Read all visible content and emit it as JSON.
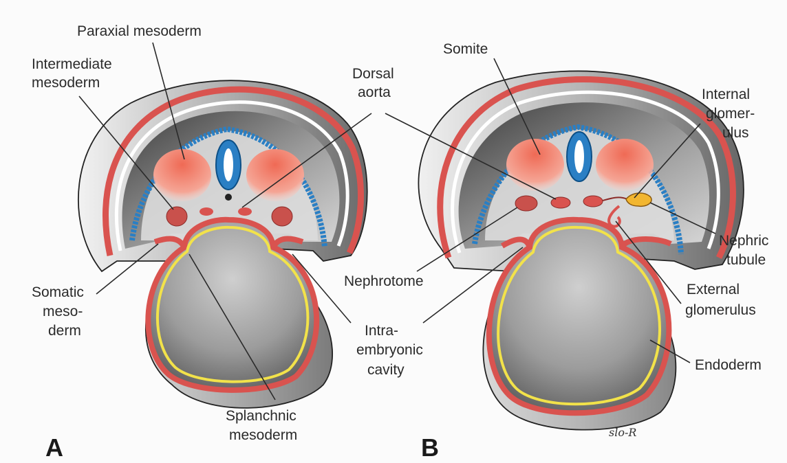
{
  "panels": {
    "a": "A",
    "b": "B"
  },
  "signature": "slo-R",
  "labels": {
    "paraxial": "Paraxial mesoderm",
    "intermediate_1": "Intermediate",
    "intermediate_2": "mesoderm",
    "dorsal_1": "Dorsal",
    "dorsal_2": "aorta",
    "somatic_1": "Somatic",
    "somatic_2": "meso-",
    "somatic_3": "derm",
    "splanchnic_1": "Splanchnic",
    "splanchnic_2": "mesoderm",
    "intra_1": "Intra-",
    "intra_2": "embryonic",
    "intra_3": "cavity",
    "nephrotome": "Nephrotome",
    "somite": "Somite",
    "internal_1": "Internal",
    "internal_2": "glomer-",
    "internal_3": "ulus",
    "nephric_1": "Nephric",
    "nephric_2": "tubule",
    "external_1": "External",
    "external_2": "glomerulus",
    "endoderm": "Endoderm"
  },
  "colors": {
    "ectoderm": "#d9534f",
    "mesoderm_light": "#f08a78",
    "neural": "#2a7fc4",
    "endoderm": "#f2e24a",
    "glomerulus": "#f2b630",
    "body": "#9a9a9a"
  }
}
